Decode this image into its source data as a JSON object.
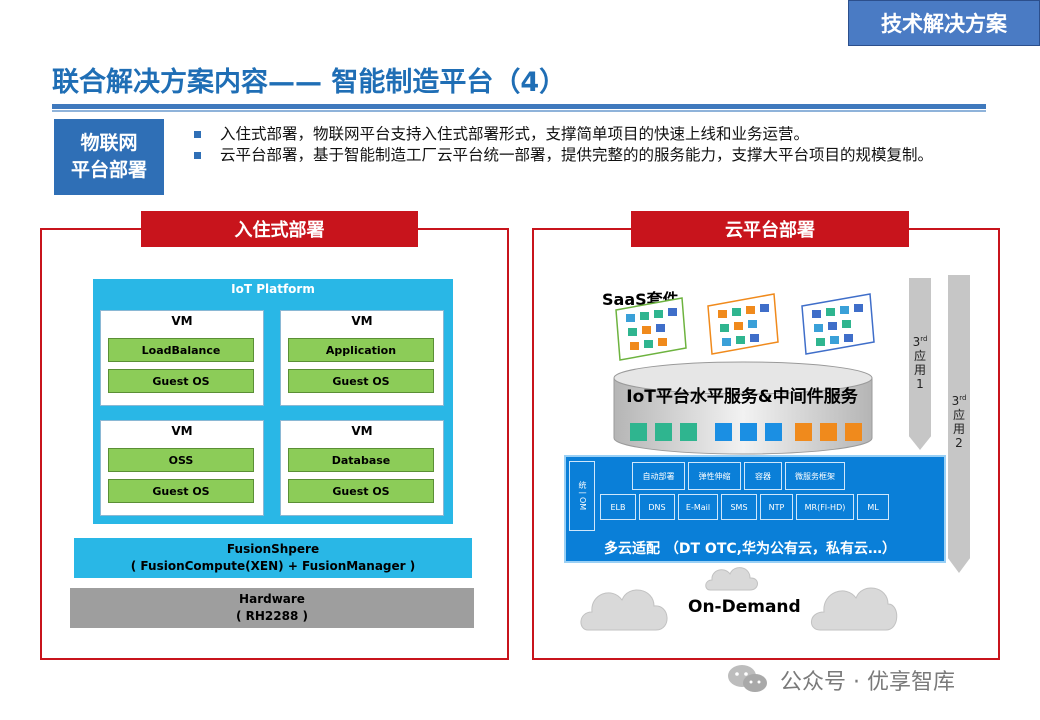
{
  "header": {
    "badge": "技术解决方案",
    "title": "联合解决方案内容—— 智能制造平台（4）"
  },
  "side_badge": {
    "line1": "物联网",
    "line2": "平台部署"
  },
  "bullets": [
    "入住式部署，物联网平台支持入住式部署形式，支撑简单项目的快速上线和业务运营。",
    "云平台部署，基于智能制造工厂云平台统一部署，提供完整的的服务能力，支撑大平台项目的规模复制。"
  ],
  "left_panel": {
    "heading": "入住式部署",
    "iot_label": "IoT Platform",
    "vms": [
      {
        "label": "VM",
        "top": "LoadBalance",
        "bottom": "Guest OS"
      },
      {
        "label": "VM",
        "top": "Application",
        "bottom": "Guest OS"
      },
      {
        "label": "VM",
        "top": "OSS",
        "bottom": "Guest OS"
      },
      {
        "label": "VM",
        "top": "Database",
        "bottom": "Guest OS"
      }
    ],
    "fusion": {
      "line1": "FusionShpere",
      "line2": "( FusionCompute(XEN) + FusionManager )"
    },
    "hardware": {
      "line1": "Hardware",
      "line2": "( RH2288 )"
    }
  },
  "right_panel": {
    "heading": "云平台部署",
    "saas": "SaaS套件",
    "iot_service": "IoT平台水平服务&中间件服务",
    "bar1": {
      "sup": "3",
      "supr": "rd",
      "l1": "应",
      "l2": "用",
      "l3": "1"
    },
    "bar2": {
      "sup": "3",
      "supr": "rd",
      "l1": "应",
      "l2": "用",
      "l3": "2"
    },
    "om": "统一OM",
    "row1": [
      "自动部署",
      "弹性伸缩",
      "容器",
      "微服务框架"
    ],
    "row2": [
      "ELB",
      "DNS",
      "E-Mail",
      "SMS",
      "NTP",
      "MR(FI-HD)",
      "ML"
    ],
    "multicloud": "多云适配 （DT OTC,华为公有云，私有云…）",
    "on_demand": "On-Demand"
  },
  "watermark": "公众号 · 优享智库",
  "colors": {
    "accent_blue": "#1f6eb5",
    "panel_red": "#c8141c",
    "iot_cyan": "#29b7e6",
    "vm_green": "#8ccc58",
    "cloud_blue": "#0a7fd8"
  },
  "icons": [
    "cloud-icon",
    "wechat-icon",
    "cylinder-icon",
    "saas-card-icon"
  ]
}
